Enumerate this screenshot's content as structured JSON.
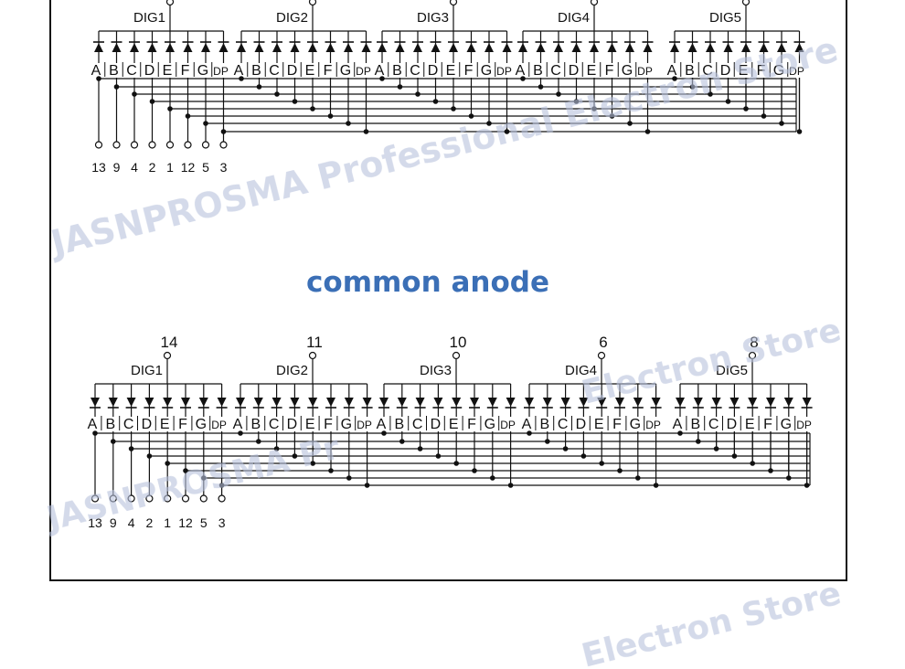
{
  "heading": {
    "text": "common anode",
    "color": "#3b6fb6"
  },
  "watermark": {
    "main": "JASNPROSMA Professional Electron Store",
    "store": "Electron Store",
    "frag1": "Electron Store",
    "frag2": "JASNPROSMA Pr",
    "frag3": "l Electron Store",
    "color": "#b8c2dc"
  },
  "segments": [
    "A",
    "B",
    "C",
    "D",
    "E",
    "F",
    "G",
    "DP"
  ],
  "pins": [
    "13",
    "9",
    "4",
    "2",
    "1",
    "12",
    "5",
    "3"
  ],
  "top_diagram": {
    "diodes_point": "up",
    "digits": [
      {
        "label": "DIG1"
      },
      {
        "label": "DIG2"
      },
      {
        "label": "DIG3"
      },
      {
        "label": "DIG4"
      },
      {
        "label": "DIG5"
      }
    ]
  },
  "bottom_diagram": {
    "diodes_point": "down",
    "digits": [
      {
        "label": "DIG1",
        "pin": "14"
      },
      {
        "label": "DIG2",
        "pin": "11"
      },
      {
        "label": "DIG3",
        "pin": "10"
      },
      {
        "label": "DIG4",
        "pin": "6"
      },
      {
        "label": "DIG5",
        "pin": "8"
      }
    ]
  }
}
